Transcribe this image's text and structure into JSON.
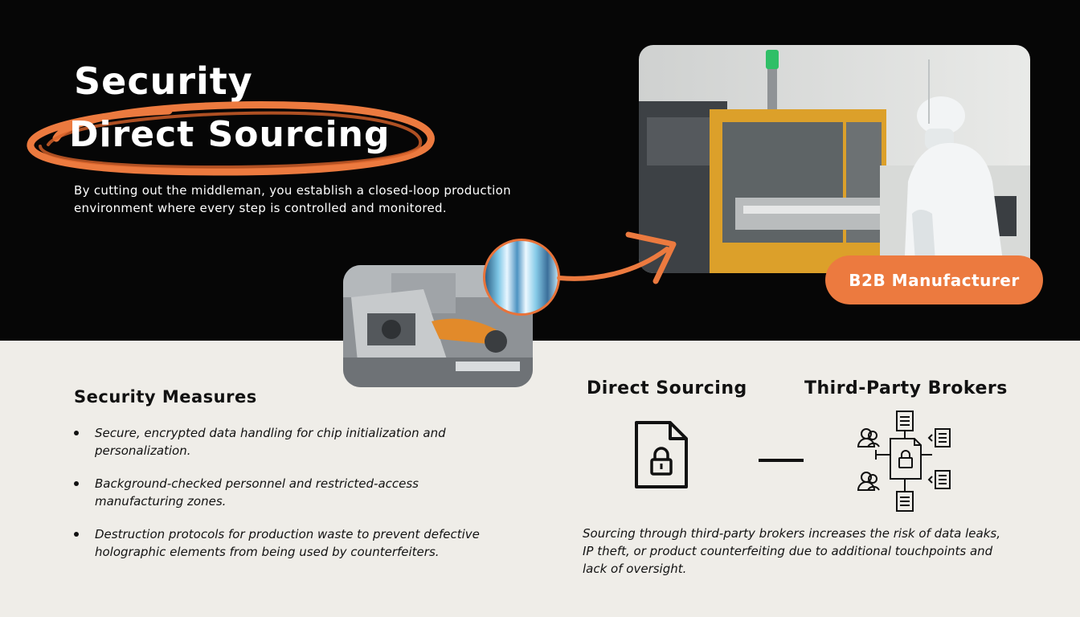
{
  "hero": {
    "title_line1": "Security",
    "title_line2": "Direct Sourcing",
    "intro": "By cutting out the middleman, you establish a closed-loop production environment where every step is controlled and monitored."
  },
  "badge": {
    "label": "B2B Manufacturer"
  },
  "security": {
    "heading": "Security Measures",
    "items": [
      "Secure, encrypted data handling for chip initialization and personalization.",
      "Background-checked personnel and restricted-access manufacturing zones.",
      "Destruction protocols for production waste to prevent defective holographic elements from being used by counterfeiters."
    ]
  },
  "comparison": {
    "direct_title": "Direct Sourcing",
    "brokers_title": "Third-Party Brokers",
    "risk_text": "Sourcing through third-party brokers increases the risk of data leaks, IP theft, or product counterfeiting due to additional touchpoints and lack of oversight."
  },
  "icons": {
    "direct": "locked-document-icon",
    "brokers": "broker-network-icon",
    "arrow": "curved-arrow-icon"
  },
  "colors": {
    "accent": "#ec7a3f",
    "dark_bg": "#060606",
    "light_bg": "#efede8"
  }
}
